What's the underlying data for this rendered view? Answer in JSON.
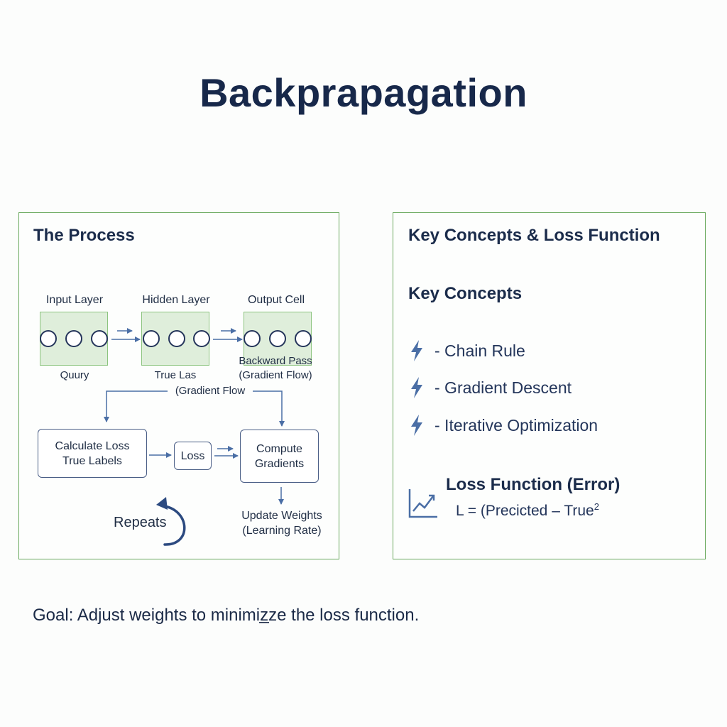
{
  "title": "Backprapagation",
  "process": {
    "heading": "The Process",
    "layers": {
      "input": "Input Layer",
      "hidden": "Hidden Layer",
      "output": "Output Cell"
    },
    "under_input": "Quury",
    "under_hidden": "True Las",
    "under_output_line1": "Backward Pass",
    "under_output_line2": "(Gradient Flow)",
    "gradient_flow": "(Gradient Flow",
    "calc_loss_line1": "Calculate Loss",
    "calc_loss_line2": "True Labels",
    "loss": "Loss",
    "compute_line1": "Compute",
    "compute_line2": "Gradients",
    "update_line1": "Update Weights",
    "update_line2": "(Learning Rate)",
    "repeats": "Repeats"
  },
  "concepts": {
    "heading": "Key Concepts & Loss Function",
    "subheading": "Key Concepts",
    "items": [
      {
        "icon": "lightning-icon",
        "label": "- Chain Rule"
      },
      {
        "icon": "lightning-icon",
        "label": "- Gradient Descent"
      },
      {
        "icon": "lightning-icon",
        "label": "- Iterative Optimization"
      }
    ],
    "loss_heading": "Loss Function (Error)",
    "loss_formula": "L = (Precicted – True",
    "loss_exponent": "2",
    "chart_icon": "line-chart-icon"
  },
  "goal": "Goal: Adjust weights to minimiz̲ze the loss function.",
  "colors": {
    "title": "#17284a",
    "panel_border": "#6aa95e",
    "layer_fill": "#dfeedb",
    "arrow": "#4a6ea5",
    "icon": "#4a6ea5"
  }
}
